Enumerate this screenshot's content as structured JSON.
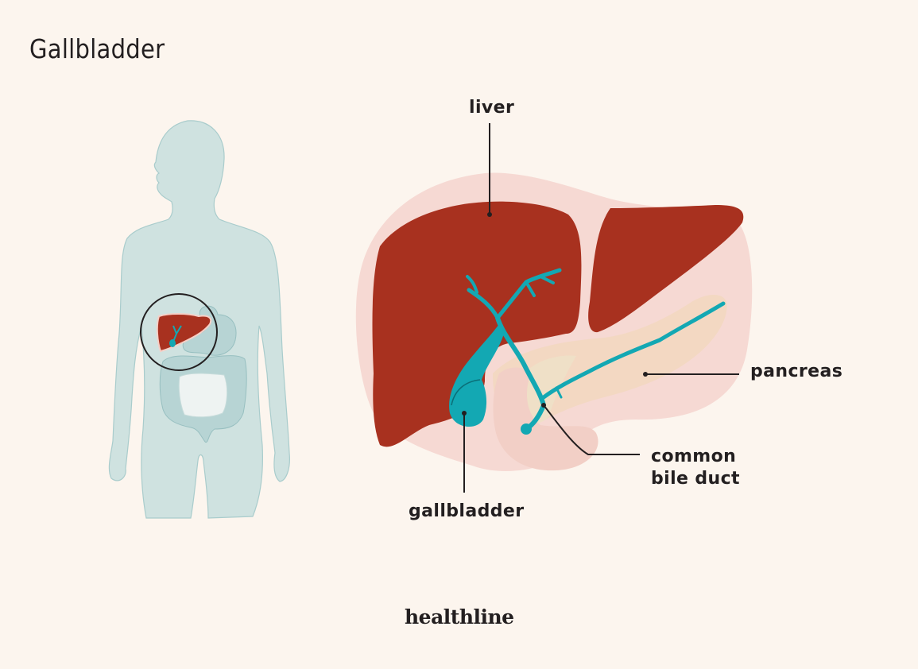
{
  "title": "Gallbladder",
  "labels": {
    "liver": "liver",
    "pancreas": "pancreas",
    "common_bile_duct_line1": "common",
    "common_bile_duct_line2": "bile duct",
    "gallbladder": "gallbladder"
  },
  "brand": "healthline",
  "colors": {
    "background": "#fcf5ee",
    "liver": "#a8311f",
    "liver_halo": "#f6d9d3",
    "bile_duct": "#13a8b3",
    "pancreas": "#f3d8c2",
    "duodenum": "#f2cfc6",
    "body_silhouette": "#cfe2e0",
    "text": "#231f20"
  }
}
